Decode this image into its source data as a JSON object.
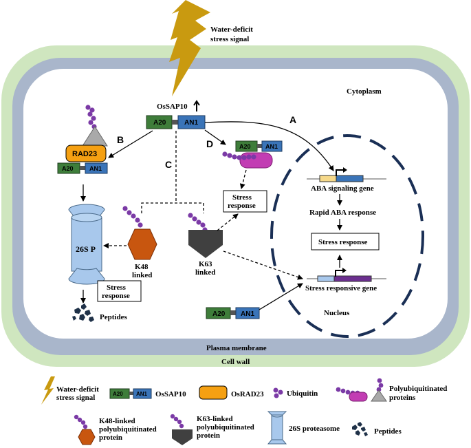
{
  "labels": {
    "signal_top": [
      "Water-deficit",
      "stress signal"
    ],
    "cytoplasm": "Cytoplasm",
    "plasma_membrane": "Plasma membrane",
    "cell_wall": "Cell wall",
    "nucleus": "Nucleus",
    "ossap10": "OsSAP10",
    "a20": "A20",
    "an1": "AN1",
    "rad23": "RAD23",
    "proteasome": "26S P",
    "k48": [
      "K48",
      "linked"
    ],
    "k63": [
      "K63",
      "linked"
    ],
    "stress_response": [
      "Stress",
      "response"
    ],
    "peptides": "Peptides",
    "aba_gene": "ABA signaling gene",
    "rapid_aba": "Rapid ABA response",
    "stress_response_nuc": "Stress response",
    "stress_gene": "Stress responsive gene",
    "path_a": "A",
    "path_b": "B",
    "path_c": "C",
    "path_d": "D"
  },
  "legend": {
    "signal": [
      "Water-deficit",
      "stress signal"
    ],
    "ossap10": "OsSAP10",
    "osrad23": "OsRAD23",
    "ubiquitin": "Ubiquitin",
    "polyub": [
      "Polyubiquitinated",
      "proteins"
    ],
    "k48": [
      "K48-linked",
      "polyubiquitinated",
      "protein"
    ],
    "k63": [
      "K63-linked",
      "polyubiquitinated",
      "protein"
    ],
    "proteasome": "26S proteasome",
    "peptides": "Peptides"
  },
  "colors": {
    "cell_wall": "#cfe6bf",
    "membrane": "#a9b6cb",
    "a20": "#3e7d3a",
    "an1": "#3a74b8",
    "rad23": "#f5a012",
    "ubiquitin": "#7b3aa6",
    "magenta": "#c23db3",
    "k48": "#c8560f",
    "k63": "#404040",
    "proteasome": "#a8c8ec",
    "peptides": "#1f3148",
    "lightning": "#c99a10",
    "nucleus": "#1a2f55"
  }
}
